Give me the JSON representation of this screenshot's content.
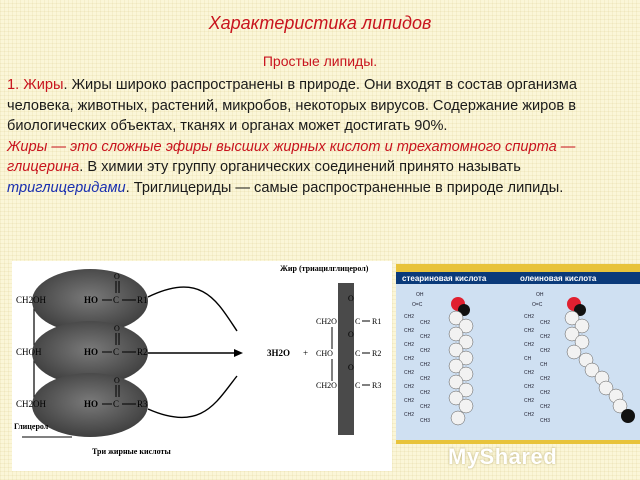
{
  "title": "Характеристика липидов",
  "subtitle": "Простые липиды.",
  "para": {
    "num": "1. Жиры",
    "p1": ". Жиры широко распространены в природе. Они входят в состав организма человека, животных, растений, микробов, некоторых вирусов. Содержание жиров в биологических объектах, тканях и органах может достигать 90%.",
    "def": "Жиры — это сложные эфиры высших жирных кислот и трехатомного спирта — глицерина",
    "p2": ". В химии эту группу органических соединений принято называть ",
    "term": "триглицеридами",
    "p3": ". Триглицериды — самые распространенные в природе липиды."
  },
  "diagram": {
    "fat_label": "Жир (триацилглицерол)",
    "glycerol_rows": [
      "CH2OH",
      "CHOH",
      "CH2OH"
    ],
    "ho": "HO",
    "acid_c": "C",
    "oxygen": "O",
    "r": [
      "R1",
      "R2",
      "R3"
    ],
    "glycerol_label": "Глицерол",
    "acids_label": "Три жирные кислоты",
    "water": "3H2O",
    "plus": "+",
    "fat_rows": [
      "CH2O",
      "CHO",
      "CH2O"
    ]
  },
  "chains": {
    "stearic": "стеариновая кислота",
    "oleic": "олеиновая кислота",
    "oh": "OH",
    "c": "O=C",
    "ch2": "CH2",
    "ch3": "CH3",
    "ch": "CH"
  },
  "watermark": "MyShared"
}
